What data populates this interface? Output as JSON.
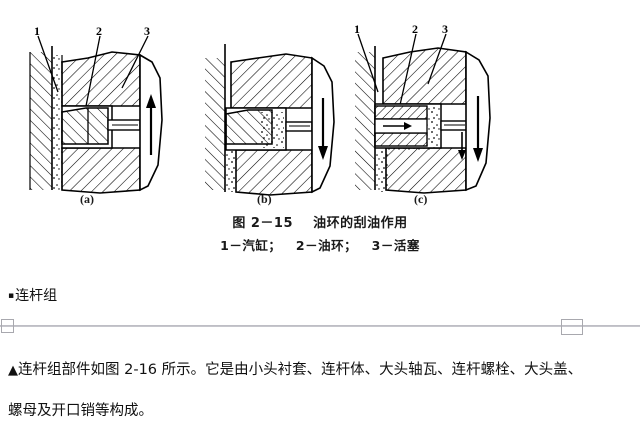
{
  "page": {
    "background_color": "#ffffff",
    "text_color": "#111111"
  },
  "figure": {
    "number": "图 2-15",
    "caption_line1": "图 2－15    油环的刮油作用",
    "caption_line2": "1－汽缸；   2－油环；   3－活塞",
    "legend_items": [
      {
        "number": "1",
        "label": "汽缸"
      },
      {
        "number": "2",
        "label": "油环"
      },
      {
        "number": "3",
        "label": "活塞"
      }
    ],
    "subfigures": [
      {
        "id": "a",
        "label": "(a)",
        "callouts": [
          "1",
          "2",
          "3"
        ]
      },
      {
        "id": "b",
        "label": "(b)",
        "callouts": []
      },
      {
        "id": "c",
        "label": "(c)",
        "callouts": [
          "1",
          "2",
          "3"
        ]
      }
    ],
    "line_color": "#000000"
  },
  "content": {
    "section_bullet": "▪",
    "section_heading": "连杆组",
    "paragraph_bullet": "▲",
    "paragraph_line1": "连杆组部件如图 2-16 所示。它是由小头衬套、连杆体、大头轴瓦、连杆螺栓、大头盖、",
    "paragraph_line2": "螺母及开口销等构成。"
  },
  "divider": {
    "line_color": "#b4b4bb",
    "handle_border_color": "#a8a8ae"
  }
}
